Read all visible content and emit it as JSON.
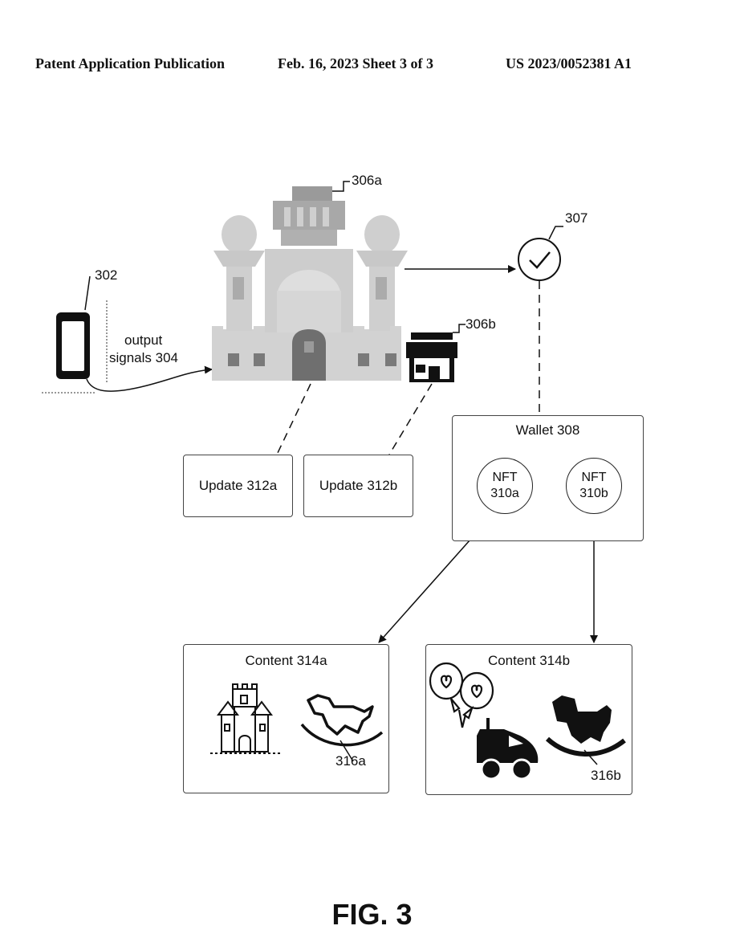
{
  "header": {
    "publication": "Patent Application Publication",
    "date_sheet": "Feb. 16, 2023  Sheet 3 of 3",
    "number": "US 2023/0052381 A1"
  },
  "labels": {
    "device": "302",
    "output_line1": "output",
    "output_line2": "signals 304",
    "castle": "306a",
    "shop": "306b",
    "check": "307",
    "content_castle": "316a",
    "content_horse": "316b"
  },
  "boxes": {
    "update_a": "Update 312a",
    "update_b": "Update 312b",
    "wallet": "Wallet 308",
    "content_a": "Content 314a",
    "content_b": "Content 314b"
  },
  "nfts": {
    "a_line1": "NFT",
    "a_line2": "310a",
    "b_line1": "NFT",
    "b_line2": "310b"
  },
  "figure": "FIG. 3",
  "icons": [
    "smartphone-icon",
    "castle-icon",
    "storefront-icon",
    "checkmark-icon",
    "balloons-icon",
    "toy-car-icon",
    "rocking-horse-icon"
  ],
  "colors": {
    "ink": "#111111",
    "castle_light": "#cfcfcf",
    "castle_mid": "#a9a9a9",
    "castle_dark": "#6e6e6e"
  }
}
